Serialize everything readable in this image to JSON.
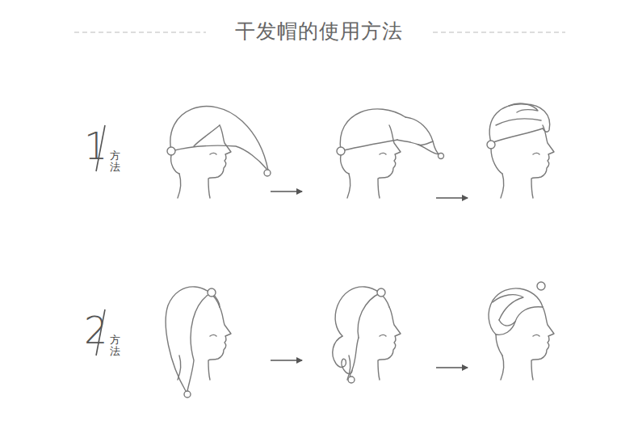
{
  "diagram": {
    "title": "干发帽的使用方法",
    "labels": [
      "1",
      "方法",
      "2",
      "方法"
    ]
  }
}
